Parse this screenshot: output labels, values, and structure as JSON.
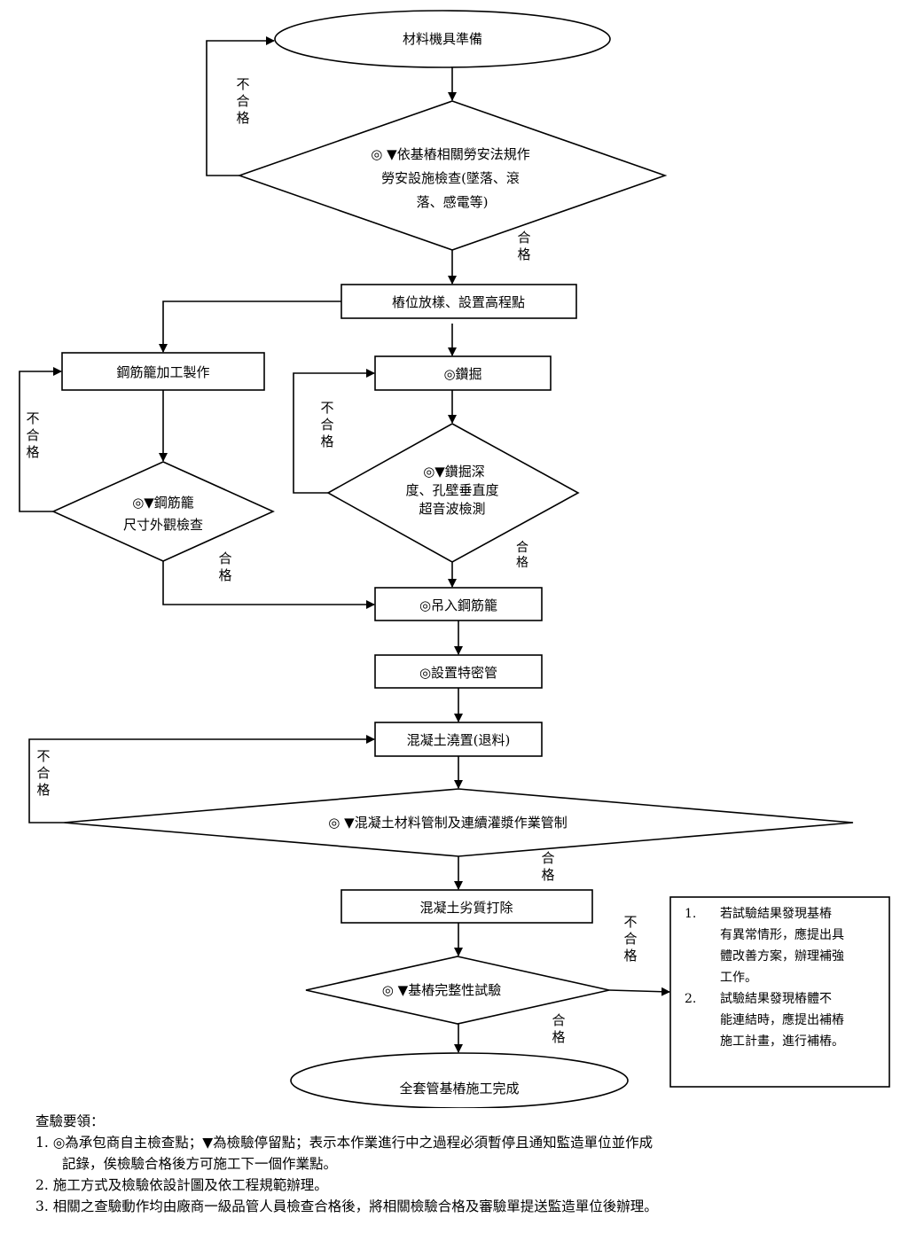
{
  "nodes": {
    "prep": "材料機具準備",
    "safety_check": [
      "◎ ▼依基樁相關勞安法規作",
      "勞安設施檢查(墜落、滾",
      "落、感電等)"
    ],
    "layout": "樁位放樣、設置高程點",
    "cage_fab": "鋼筋籠加工製作",
    "drill": "◎鑽掘",
    "cage_check": [
      "◎▼鋼筋籠",
      "尺寸外觀檢查"
    ],
    "drill_check": [
      "◎▼鑽掘深",
      "度、孔壁垂直度",
      "超音波檢測"
    ],
    "hoist": "◎吊入鋼筋籠",
    "tremie": "◎設置特密管",
    "pour": "混凝土澆置(退料)",
    "concrete_check": "◎ ▼混凝土材料管制及連續灌漿作業管制",
    "remove": "混凝土劣質打除",
    "integrity": "◎ ▼基樁完整性試驗",
    "done": "全套管基樁施工完成"
  },
  "labels": {
    "fail": [
      "不",
      "合",
      "格"
    ],
    "pass": [
      "合",
      "格"
    ]
  },
  "remark": {
    "n1": "1.",
    "t1": [
      "若試驗結果發現基樁",
      "有異常情形，應提出具",
      "體改善方案，辦理補強",
      "工作。"
    ],
    "n2": "2.",
    "t2": [
      "試驗結果發現樁體不",
      "能連結時，應提出補樁",
      "施工計畫，進行補樁。"
    ]
  },
  "notes": {
    "heading": "查驗要領：",
    "item1a": "1. ◎為承包商自主檢查點；▼為檢驗停留點；表示本作業進行中之過程必須暫停且通知監造單位並作成",
    "item1b": "記錄，俟檢驗合格後方可施工下一個作業點。",
    "item2": "2. 施工方式及檢驗依設計圖及依工程規範辦理。",
    "item3": "3. 相關之查驗動作均由廠商一級品管人員檢查合格後，將相關檢驗合格及審驗單提送監造單位後辦理。"
  }
}
